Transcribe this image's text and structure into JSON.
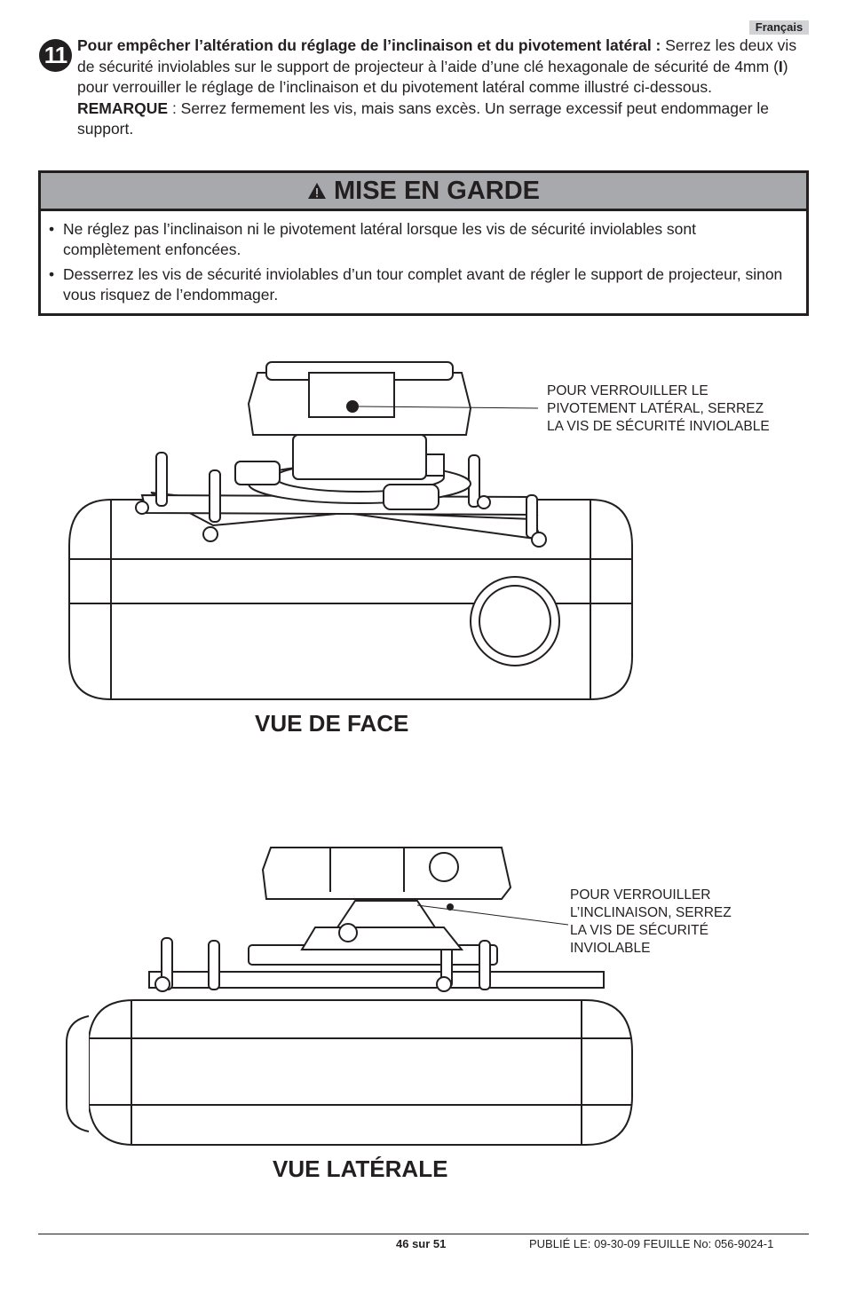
{
  "language_tag": "Français",
  "step": {
    "number": "11",
    "heading": "Pour empêcher l’altération du réglage de l’inclinaison et du pivotement latéral :",
    "body_part1": " Serrez les deux vis de sécurité inviolables sur le support de projecteur à l’aide d’une clé hexagonale de sécurité de 4mm (",
    "tool_letter": "I",
    "body_part2": ") pour verrouiller le réglage de l’inclinaison et du pivotement latéral comme illustré ci-dessous.",
    "note_label": "REMARQUE",
    "note_text": " : Serrez fermement les vis, mais sans excès. Un serrage excessif peut endom­mager le support."
  },
  "caution": {
    "title": "MISE EN GARDE",
    "items": [
      "Ne réglez pas l’inclinaison ni le pivotement latéral lorsque les vis de sécurité inviolables sont complètement enfoncées.",
      "Desserrez les vis de sécurité inviolables d’un tour complet avant de régler le support de projecteur, sinon vous risquez de l’endommager."
    ]
  },
  "figures": {
    "front": {
      "callout_lines": [
        "POUR VERROUILLER LE",
        "PIVOTEMENT LATÉRAL, SERREZ",
        "LA VIS DE SÉCURITÉ INVIOLABLE"
      ],
      "label": "VUE DE FACE"
    },
    "side": {
      "callout_lines": [
        "POUR VERROUILLER",
        "L’INCLINAISON, SERREZ",
        "LA VIS DE SÉCURITÉ",
        "INVIOLABLE"
      ],
      "label": "VUE LATÉRALE"
    }
  },
  "footer": {
    "page": "46 sur 51",
    "publication": "PUBLIÉ LE: 09-30-09   FEUILLE No: 056-9024-1"
  }
}
